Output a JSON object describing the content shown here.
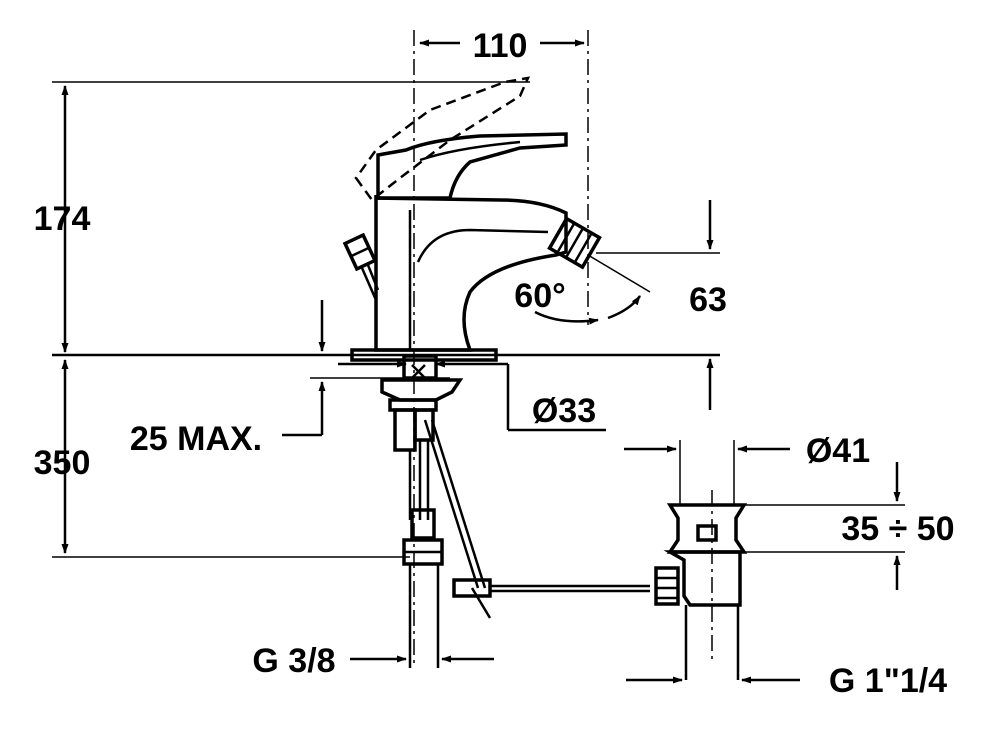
{
  "dimensions": {
    "spout_reach": "110",
    "total_height": "174",
    "spout_height": "63",
    "swivel_angle": "60°",
    "deck_thickness": "25 MAX.",
    "below_length": "350",
    "hole_diameter": "Ø33",
    "waste_diameter": "Ø41",
    "waste_range": "35 ÷ 50",
    "supply_thread": "G 3/8",
    "waste_thread": "G 1\"1/4"
  },
  "colors": {
    "line": "#000000",
    "background": "#ffffff"
  }
}
